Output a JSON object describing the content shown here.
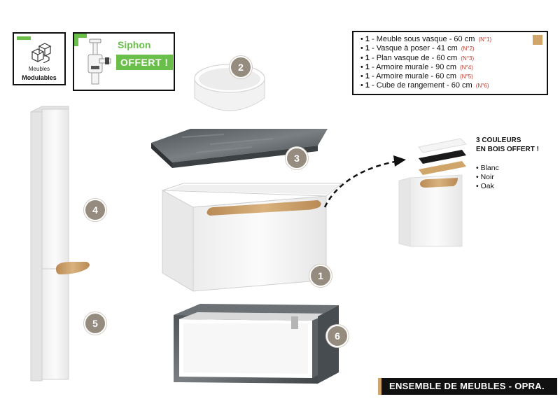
{
  "badges": {
    "modular": {
      "line1": "Meubles",
      "line2": "Modulables",
      "icon": "modular-cubes-icon"
    },
    "siphon": {
      "title": "Siphon",
      "offer": "OFFERT !",
      "icon": "siphon-icon"
    }
  },
  "items": [
    {
      "qty": "1",
      "text": " - Meuble sous vasque - 60 cm ",
      "num": "(N°1)"
    },
    {
      "qty": "1",
      "text": " - Vasque à poser - 41 cm ",
      "num": "(N°2)"
    },
    {
      "qty": "1",
      "text": " - Plan vasque de - 60 cm ",
      "num": "(N°3)"
    },
    {
      "qty": "1",
      "text": " - Armoire murale - 90 cm ",
      "num": "(N°4)"
    },
    {
      "qty": "1",
      "text": " - Armoire murale - 60 cm ",
      "num": "(N°5)"
    },
    {
      "qty": "1",
      "text": " - Cube de rangement - 60 cm ",
      "num": "(N°6)"
    }
  ],
  "numbers": {
    "n1": "1",
    "n2": "2",
    "n3": "3",
    "n4": "4",
    "n5": "5",
    "n6": "6"
  },
  "colors_panel": {
    "title_line1": "3 COULEURS",
    "title_line2": "EN BOIS OFFERT !",
    "options": [
      "• Blanc",
      "• Noir",
      "• Oak"
    ]
  },
  "banner": {
    "text": "ENSEMBLE DE MEUBLES - OPRA."
  },
  "palette": {
    "green": "#6abf4b",
    "wood": "#cfa56a",
    "badge": "#968b7f",
    "black": "#111111",
    "concrete": "#5a5f63",
    "white_furniture": "#f7f7f7"
  }
}
